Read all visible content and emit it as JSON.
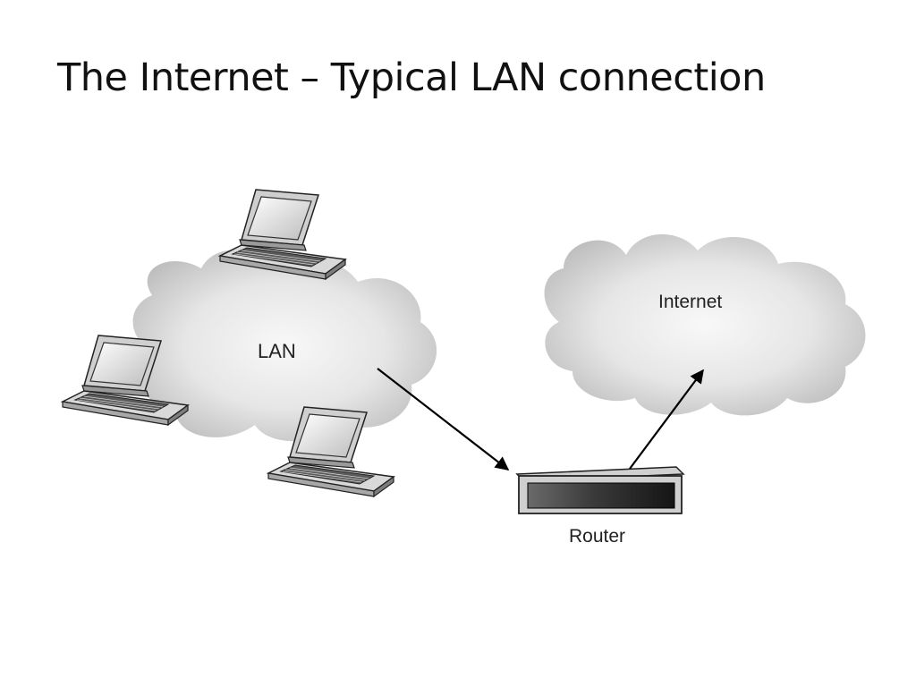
{
  "slide": {
    "title": "The Internet – Typical LAN connection"
  },
  "diagram": {
    "lan_cloud_label": "LAN",
    "internet_cloud_label": "Internet",
    "router_label": "Router",
    "devices": [
      {
        "name": "laptop-top",
        "icon": "laptop-icon"
      },
      {
        "name": "laptop-left",
        "icon": "laptop-icon"
      },
      {
        "name": "laptop-bottom",
        "icon": "laptop-icon"
      },
      {
        "name": "router",
        "icon": "router-icon"
      }
    ],
    "connections": [
      {
        "from": "LAN",
        "to": "Router"
      },
      {
        "from": "Router",
        "to": "Internet"
      }
    ],
    "colors": {
      "cloud_edge": "#b9b9b9",
      "cloud_center": "#f7f7f7",
      "router_body": "#2e2e2e",
      "arrow": "#000000"
    }
  }
}
